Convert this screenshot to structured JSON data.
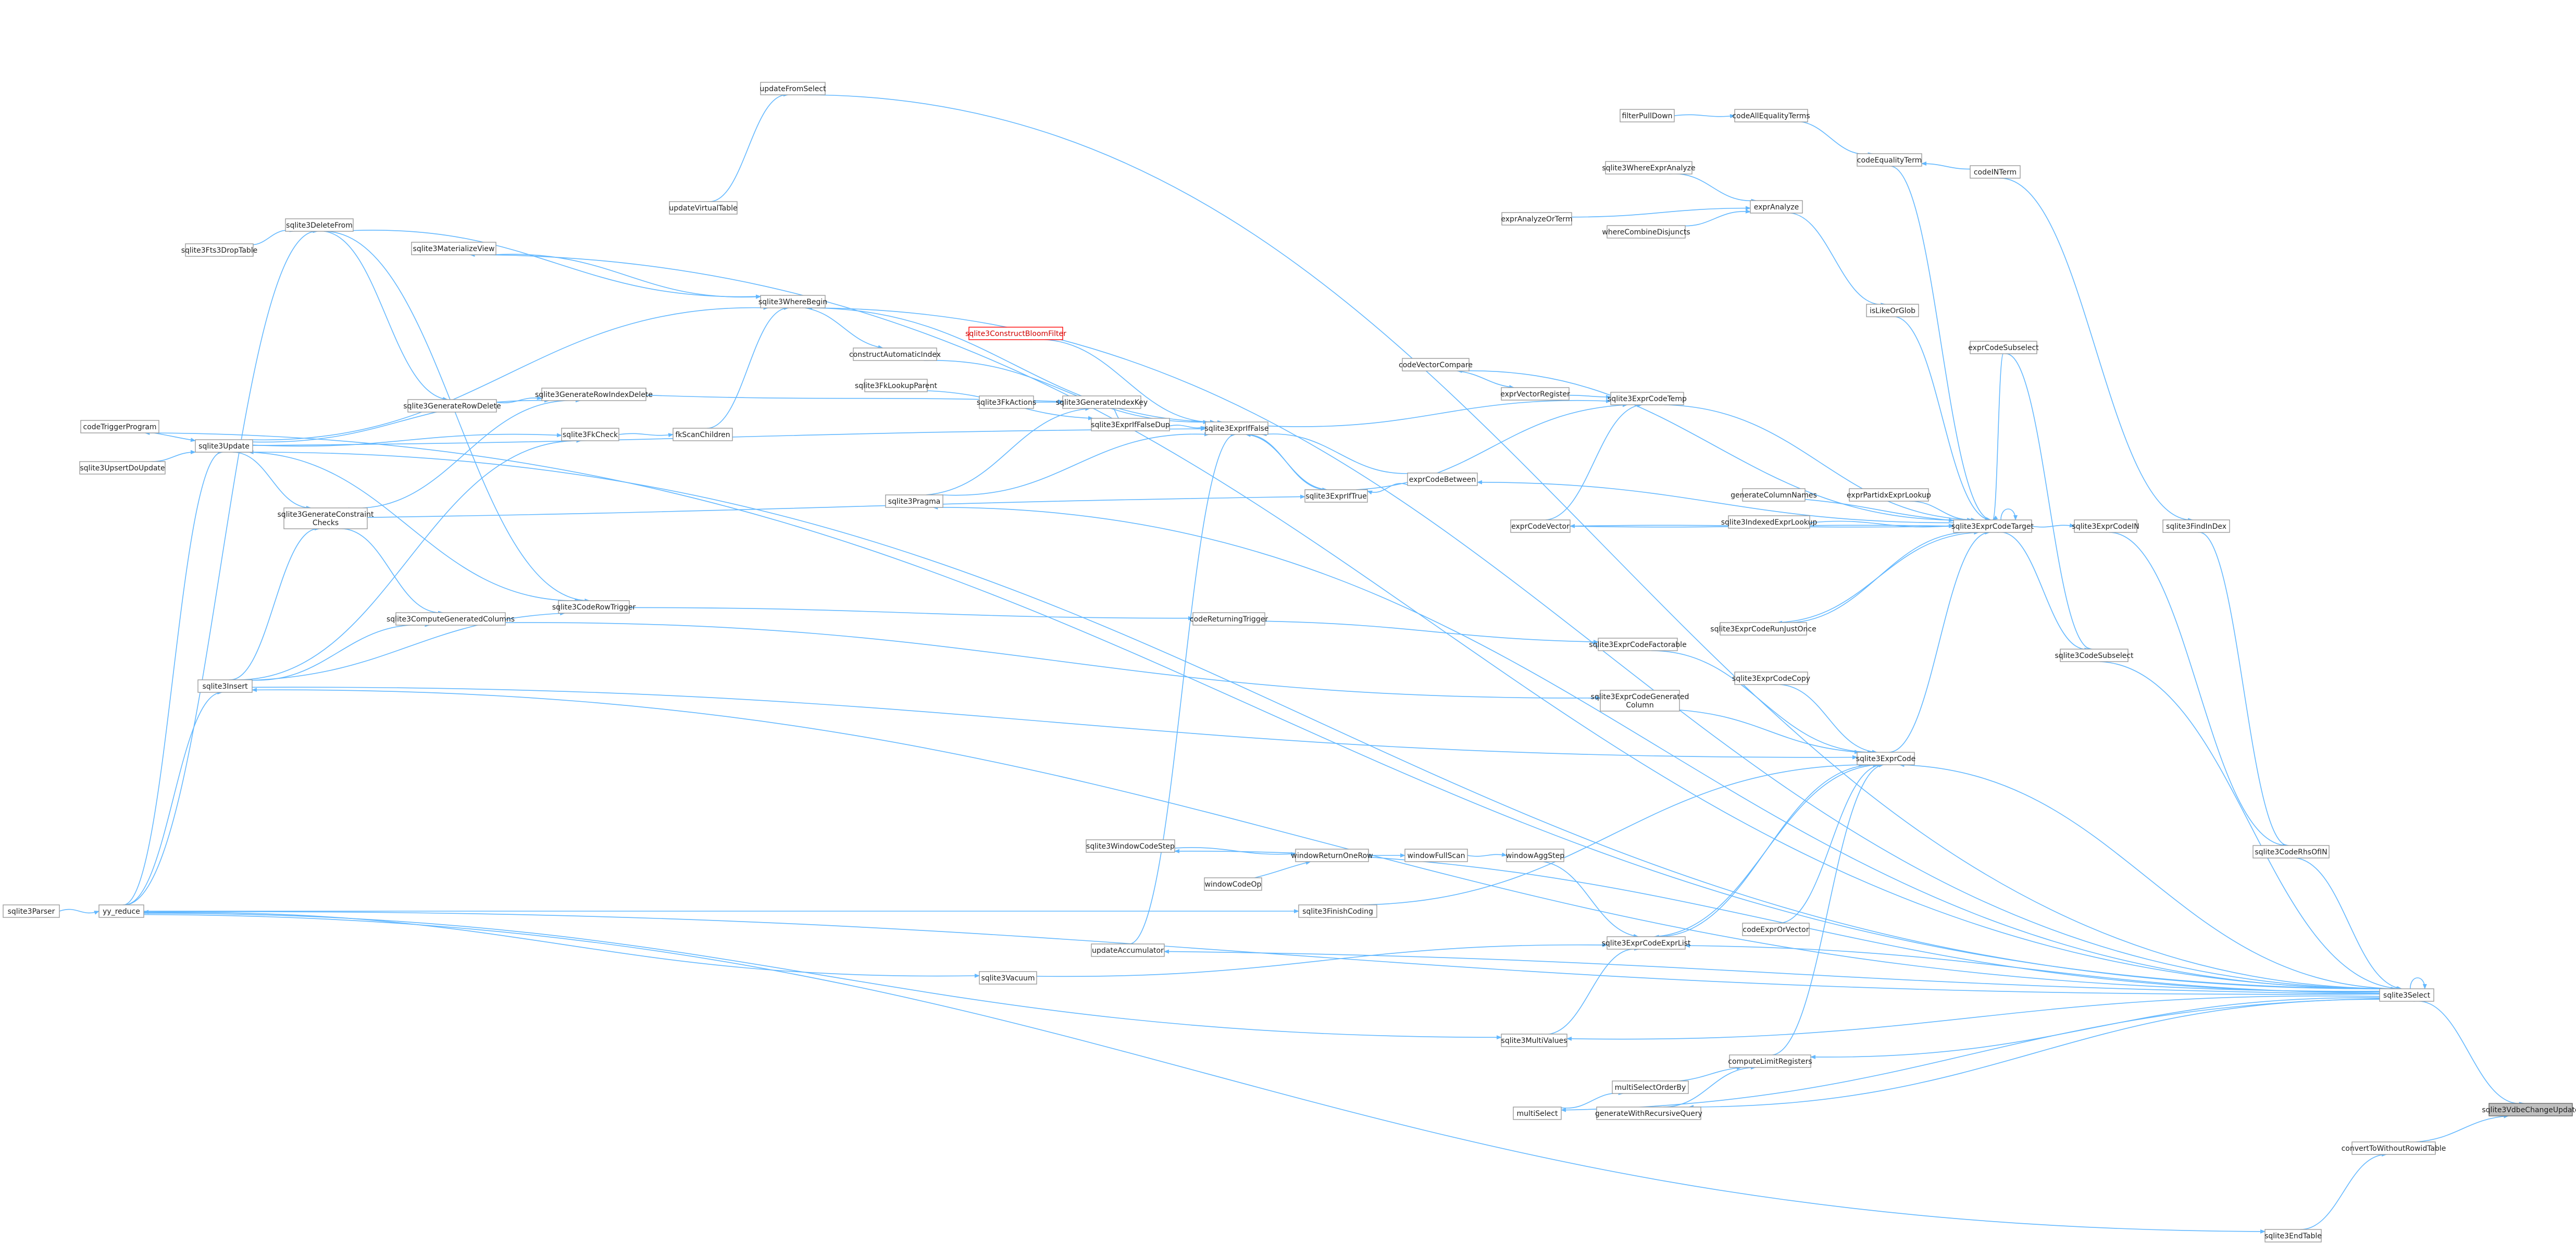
{
  "graph": {
    "title": "sqlite3VdbeChangeUpdate caller graph",
    "edge_color": "#63b8ff",
    "node_border_color": "#999999",
    "highlight_fill": "#bfbfbf",
    "nodes": [
      {
        "id": "n_target",
        "label": "sqlite3VdbeChangeUpdate",
        "style": "highlight"
      },
      {
        "id": "n_select",
        "label": "sqlite3Select"
      },
      {
        "id": "n_convert",
        "label": "convertToWithoutRowidTable"
      },
      {
        "id": "n_endtable",
        "label": "sqlite3EndTable"
      },
      {
        "id": "n_codeoncetab",
        "label": "sqlite3CodeRhsOfIN"
      },
      {
        "id": "n_findindex",
        "label": "sqlite3FindInDex"
      },
      {
        "id": "n_exprcodein",
        "label": "sqlite3ExprCodeIN"
      },
      {
        "id": "n_codesubselect",
        "label": "sqlite3CodeSubselect"
      },
      {
        "id": "n_exprcodetarget",
        "label": "sqlite3ExprCodeTarget"
      },
      {
        "id": "n_exprcode",
        "label": "sqlite3ExprCode"
      },
      {
        "id": "n_exprcodetemp",
        "label": "sqlite3ExprCodeTemp"
      },
      {
        "id": "n_exprifFalse",
        "label": "sqlite3ExprIfFalse"
      },
      {
        "id": "n_exprifTrue",
        "label": "sqlite3ExprIfTrue"
      },
      {
        "id": "n_exprcodebetween",
        "label": "exprCodeBetween"
      },
      {
        "id": "n_exprcodevector",
        "label": "exprCodeVector"
      },
      {
        "id": "n_exprvectorreg",
        "label": "exprVectorRegister"
      },
      {
        "id": "n_codevectorcompare",
        "label": "codeVectorCompare"
      },
      {
        "id": "n_generatecolafter",
        "label": "generateColumnNames"
      },
      {
        "id": "n_indexedexpr",
        "label": "sqlite3IndexedExprLookup"
      },
      {
        "id": "n_exprcoderunjust",
        "label": "sqlite3ExprCodeRunJustOnce"
      },
      {
        "id": "n_exprcodefactor",
        "label": "sqlite3ExprCodeFactorable"
      },
      {
        "id": "n_exprcodecopy",
        "label": "sqlite3ExprCodeCopy"
      },
      {
        "id": "n_exprcodegen",
        "label": "sqlite3ExprCodeGenerated\nColumn"
      },
      {
        "id": "n_exprcodeexprlist",
        "label": "sqlite3ExprCodeExprList"
      },
      {
        "id": "n_codeexprorvector",
        "label": "codeExprOrVector"
      },
      {
        "id": "n_whereexprlookup",
        "label": "exprPartidxExprLookup"
      },
      {
        "id": "n_exprcodesubselect",
        "label": "exprCodeSubselect"
      },
      {
        "id": "n_valikelimit",
        "label": "isLikeOrGlob"
      },
      {
        "id": "n_exprAnalyze",
        "label": "exprAnalyze"
      },
      {
        "id": "n_whereexpranalyze",
        "label": "sqlite3WhereExprAnalyze"
      },
      {
        "id": "n_exprAnalyzeAll",
        "label": "exprAnalyzeOrTerm"
      },
      {
        "id": "n_wherecombine",
        "label": "whereCombineDisjuncts"
      },
      {
        "id": "n_codeequalityterm",
        "label": "codeEqualityTerm"
      },
      {
        "id": "n_codealleq",
        "label": "codeAllEqualityTerms"
      },
      {
        "id": "n_filterpull",
        "label": "filterPullDown"
      },
      {
        "id": "n_codeinterm",
        "label": "codeINTerm"
      },
      {
        "id": "n_updatefromselect",
        "label": "updateFromSelect"
      },
      {
        "id": "n_updatevirtual",
        "label": "updateVirtualTable"
      },
      {
        "id": "n_wherebegin",
        "label": "sqlite3WhereBegin"
      },
      {
        "id": "n_constructauto",
        "label": "constructAutomaticIndex"
      },
      {
        "id": "n_constructbloom",
        "label": "sqlite3ConstructBloomFilter"
      },
      {
        "id": "n_fkcheck",
        "label": "sqlite3FkCheck"
      },
      {
        "id": "n_fkscanchildren",
        "label": "fkScanChildren"
      },
      {
        "id": "n_fklookupparent",
        "label": "sqlite3FkLookupParent"
      },
      {
        "id": "n_generaterowindexdelete",
        "label": "sqlite3GenerateRowIndexDelete"
      },
      {
        "id": "n_generaterowdelete",
        "label": "sqlite3GenerateRowDelete"
      },
      {
        "id": "n_generateconstraint",
        "label": "sqlite3GenerateConstraint\nChecks"
      },
      {
        "id": "n_computegenerated",
        "label": "sqlite3ComputeGeneratedColumns"
      },
      {
        "id": "n_codenewtrigger",
        "label": "sqlite3CodeRowTrigger"
      },
      {
        "id": "n_codereturningtrigger",
        "label": "codeReturningTrigger"
      },
      {
        "id": "n_exprifFalseDup",
        "label": "sqlite3ExprIfFalseDup"
      },
      {
        "id": "n_fkactions",
        "label": "sqlite3FkActions"
      },
      {
        "id": "n_generateindexkey",
        "label": "sqlite3GenerateIndexKey"
      },
      {
        "id": "n_pragma",
        "label": "sqlite3Pragma"
      },
      {
        "id": "n_update",
        "label": "sqlite3Update"
      },
      {
        "id": "n_upsertdoupdate",
        "label": "sqlite3UpsertDoUpdate"
      },
      {
        "id": "n_codetriggerprogram",
        "label": "codeTriggerProgram"
      },
      {
        "id": "n_deletefrom",
        "label": "sqlite3DeleteFrom"
      },
      {
        "id": "n_ftsdroptable",
        "label": "sqlite3Fts3DropTable"
      },
      {
        "id": "n_materializeview",
        "label": "sqlite3MaterializeView"
      },
      {
        "id": "n_insert",
        "label": "sqlite3Insert"
      },
      {
        "id": "n_yyreduce",
        "label": "yy_reduce"
      },
      {
        "id": "n_parser",
        "label": "sqlite3Parser"
      },
      {
        "id": "n_windowcodestep",
        "label": "sqlite3WindowCodeStep"
      },
      {
        "id": "n_windowreturnonerow",
        "label": "windowReturnOneRow"
      },
      {
        "id": "n_windowfullscan",
        "label": "windowFullScan"
      },
      {
        "id": "n_windowaggstep",
        "label": "windowAggStep"
      },
      {
        "id": "n_windowcodeup",
        "label": "windowCodeOp"
      },
      {
        "id": "n_finishcoding",
        "label": "sqlite3FinishCoding"
      },
      {
        "id": "n_updateaccumulator",
        "label": "updateAccumulator"
      },
      {
        "id": "n_vacuum",
        "label": "sqlite3Vacuum"
      },
      {
        "id": "n_multivalues",
        "label": "sqlite3MultiValues"
      },
      {
        "id": "n_computelimit",
        "label": "computeLimitRegisters"
      },
      {
        "id": "n_multiselectorderby",
        "label": "multiSelectOrderBy"
      },
      {
        "id": "n_generatewithrecursive",
        "label": "generateWithRecursiveQuery"
      },
      {
        "id": "n_multiselect",
        "label": "multiSelect"
      }
    ]
  }
}
